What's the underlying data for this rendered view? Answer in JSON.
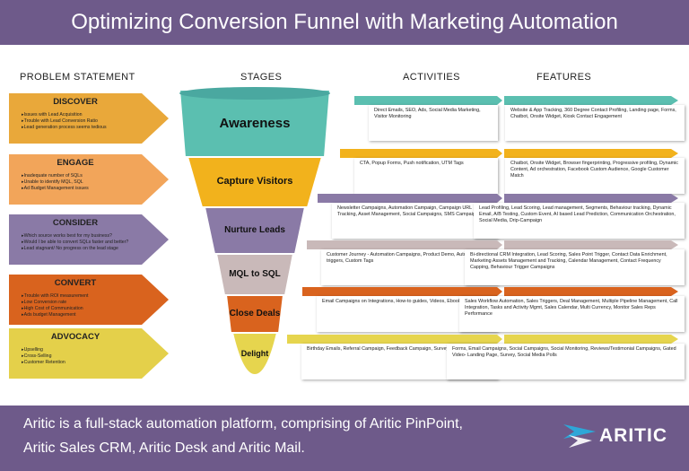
{
  "title": "Optimizing Conversion Funnel with Marketing Automation",
  "headers": {
    "problem": "PROBLEM STATEMENT",
    "stages": "STAGES",
    "activities": "ACTIVITIES",
    "features": "FEATURES"
  },
  "problems": [
    {
      "title": "DISCOVER",
      "color": "#e9a83a",
      "items": [
        "Issues with Lead Acquisition",
        "Trouble with Lead Conversion Ratio",
        "Lead generation process seems tedious"
      ]
    },
    {
      "title": "ENGAGE",
      "color": "#f2a55a",
      "items": [
        "Inadequate number of SQLs",
        "Unable to identify MQL, SQL",
        "Ad Budget Management issues"
      ]
    },
    {
      "title": "CONSIDER",
      "color": "#8a7aa6",
      "items": [
        "Which source works best for my business?",
        "Would I be able to convert SQLs faster and better?",
        "Lead stagnant/ No progress on the lead stage"
      ]
    },
    {
      "title": "CONVERT",
      "color": "#d9631e",
      "items": [
        "Trouble with ROI measurement",
        "Low Conversion rate",
        "High Cost of Communication",
        "Ads budget Management"
      ]
    },
    {
      "title": "ADVOCACY",
      "color": "#e4d04a",
      "items": [
        "Upselling",
        "Cross-Selling",
        "Customer Retention"
      ]
    }
  ],
  "stages": [
    {
      "label": "Awareness",
      "color": "#5bbfb0"
    },
    {
      "label": "Capture Visitors",
      "color": "#f2b21c"
    },
    {
      "label": "Nurture Leads",
      "color": "#8a7aa6"
    },
    {
      "label": "MQL to SQL",
      "color": "#c9b9b9"
    },
    {
      "label": "Close Deals",
      "color": "#d9631e"
    },
    {
      "label": "Delight",
      "color": "#e6d54e"
    }
  ],
  "rows": [
    {
      "color": "#5bbfb0",
      "activities": "Direct Emails, SEO, Ads, Social Media Marketing, Visitor Monitoring",
      "features": "Website & App Tracking, 360 Degree Contact Profiling, Landing page, Forms, Chatbot, Onsite Widget, Kiosk Contact Engagement"
    },
    {
      "color": "#f2b21c",
      "activities": "CTA, Popup Forms, Push notification, UTM Tags",
      "features": "Chatbot, Onsite Widget, Browser fingerprinting, Progressive profiling, Dynamic Content, Ad orchestration, Facebook Custom Audience, Google Customer Match"
    },
    {
      "color": "#8a7aa6",
      "activities": "Newsletter Campaigns, Automation Campaign, Campaign URL Tracking, Asset Management, Social Campaigns, SMS Campaigns",
      "features": "Lead Profiling, Lead Scoring, Lead management, Segments, Behaviour tracking, Dynamic Email, A/B Testing, Custom Event, AI based Lead Prediction, Communication Orchestration, Social Media, Drip-Campaign"
    },
    {
      "color": "#c9b9b9",
      "activities": "Customer Journey - Automation Campaigns, Product Demo, Automation triggers, Custom Tags",
      "features": "Bi-directional CRM Integration, Lead Scoring, Sales Point Trigger, Contact Data Enrichment, Marketing Assets Management and Tracking, Calendar Management, Contact Frequency Capping, Behaviour Trigger Campaigns"
    },
    {
      "color": "#d9631e",
      "activities": "Email Campaigns on Integrations, How-to guides, Videos, Ebooks",
      "features": "Sales Workflow Automation, Sales Triggers, Deal Management, Multiple Pipeline Management, Call Integration, Tasks and Activity Mgmt, Sales Calendar, Multi Currency, Monitor Sales Reps Performance"
    },
    {
      "color": "#e6d54e",
      "activities": "Birthday Emails, Referral Campaign, Feedback Campaign, Survey, Social Media Polls",
      "features": "Forms, Email Campaigns, Social Campaigns, Social Monitoring, Reviews/Testimonial Campaigns, Gated Video- Landing Page, Survey, Social Media Polls"
    }
  ],
  "footer": {
    "line1": "Aritic is a full-stack automation platform, comprising of Aritic PinPoint,",
    "line2": "Aritic Sales CRM, Aritic Desk and Aritic Mail."
  },
  "logo": {
    "text": "ARITIC"
  }
}
